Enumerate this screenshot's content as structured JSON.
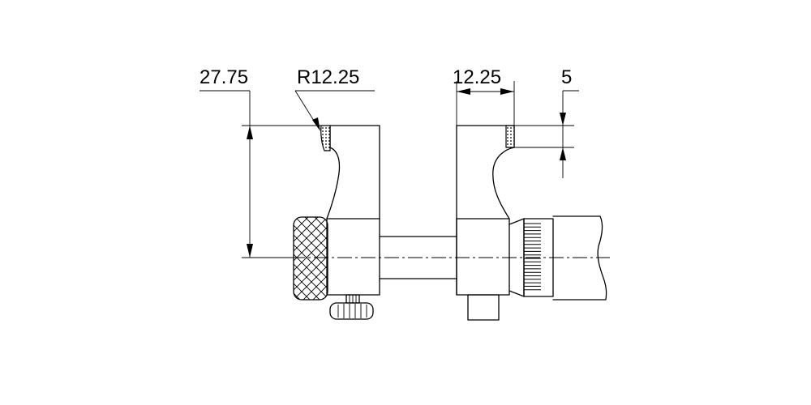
{
  "dimensions": {
    "height_27_75": "27.75",
    "radius": "R12.25",
    "width_12_25": "12.25",
    "tip_5": "5"
  }
}
